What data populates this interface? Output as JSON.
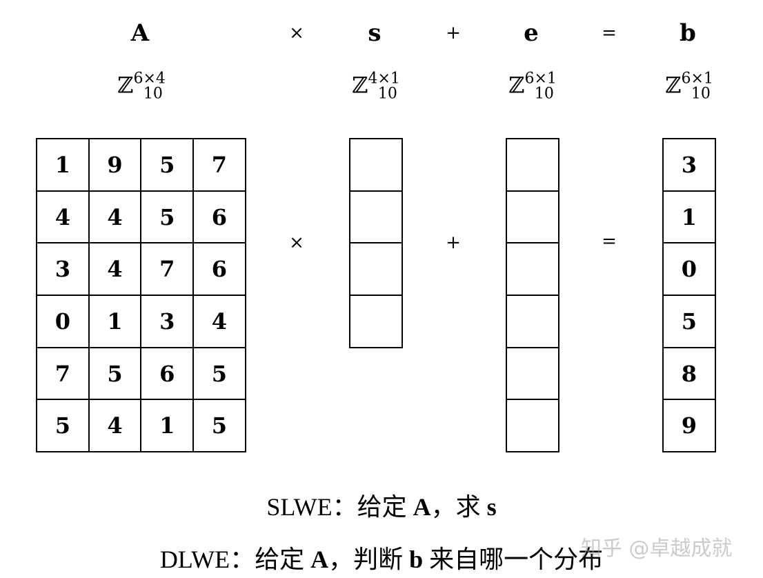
{
  "headers": {
    "A": "A",
    "times": "×",
    "s": "s",
    "plus": "+",
    "e": "e",
    "equals": "=",
    "b": "b"
  },
  "sets": {
    "A": {
      "base": "ℤ",
      "sup": "6×4",
      "sub": "10"
    },
    "s": {
      "base": "ℤ",
      "sup": "4×1",
      "sub": "10"
    },
    "e": {
      "base": "ℤ",
      "sup": "6×1",
      "sub": "10"
    },
    "b": {
      "base": "ℤ",
      "sup": "6×1",
      "sub": "10"
    }
  },
  "matrix_A": [
    [
      1,
      9,
      5,
      7
    ],
    [
      4,
      4,
      5,
      6
    ],
    [
      3,
      4,
      7,
      6
    ],
    [
      0,
      1,
      3,
      4
    ],
    [
      7,
      5,
      6,
      5
    ],
    [
      5,
      4,
      1,
      5
    ]
  ],
  "vector_s": [
    "",
    "",
    "",
    ""
  ],
  "vector_e": [
    "",
    "",
    "",
    "",
    "",
    ""
  ],
  "vector_b": [
    3,
    1,
    0,
    5,
    8,
    9
  ],
  "operators": {
    "times": "×",
    "plus": "+",
    "equals": "="
  },
  "slwe": {
    "prefix": "SLWE：给定 ",
    "A": "A",
    "mid": "，求 ",
    "s": "s"
  },
  "dlwe": {
    "prefix": "DLWE：给定 ",
    "A": "A",
    "mid": "，判断 ",
    "b": "b",
    "suffix": " 来自哪一个分布"
  },
  "watermark": "知乎 @卓越成就"
}
